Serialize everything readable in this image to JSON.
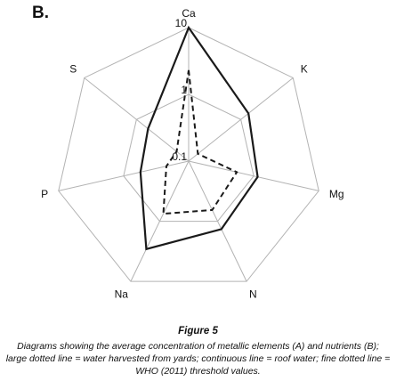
{
  "panel_label": "B.",
  "caption": {
    "title": "Figure 5",
    "text": "Diagrams showing the average concentration of metallic elements (A) and nutrients (B); large dotted line = water harvested from yards; continuous line = roof water; fine dotted line = WHO (2011) threshold values."
  },
  "chart_data": {
    "type": "radar",
    "scale": "log",
    "axes": [
      "Ca",
      "K",
      "Mg",
      "N",
      "Na",
      "P",
      "S"
    ],
    "ticks": [
      0.1,
      1,
      10
    ],
    "tick_labels": [
      "0.1",
      "1",
      "10"
    ],
    "range": [
      0.1,
      10
    ],
    "grid": true,
    "series": [
      {
        "style": "solid",
        "values": [
          10,
          1.4,
          1.15,
          1.35,
          2.9,
          0.55,
          0.6
        ]
      },
      {
        "style": "dashed",
        "values": [
          2.3,
          0.15,
          0.55,
          0.65,
          0.75,
          0.22,
          0.17
        ]
      }
    ],
    "colors": {
      "grid": "#b3b3b3",
      "series": "#1a1a1a"
    }
  }
}
